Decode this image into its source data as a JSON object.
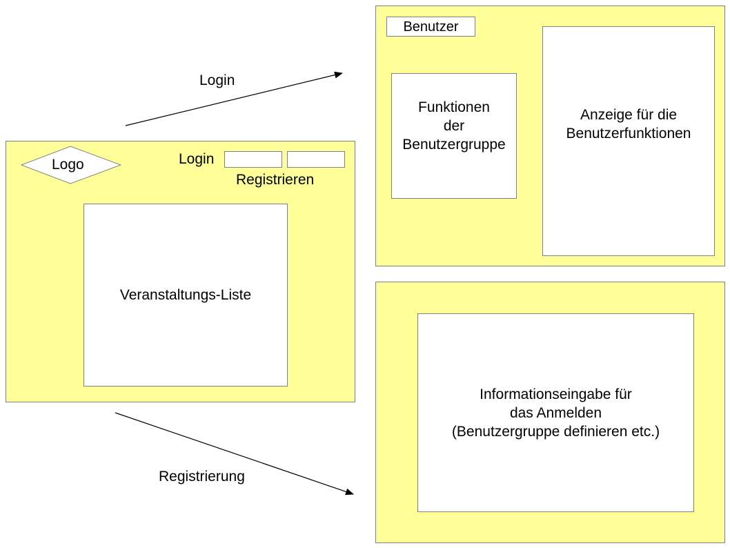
{
  "main_page": {
    "logo": "Logo",
    "login_label": "Login",
    "register_link": "Registrieren",
    "event_list": "Veranstaltungs-Liste"
  },
  "user_page": {
    "user_label": "Benutzer",
    "group_functions": "Funktionen\nder\nBenutzergruppe",
    "function_display": "Anzeige für die\nBenutzerfunktionen"
  },
  "register_page": {
    "info_input": "Informationseingabe für\ndas Anmelden\n(Benutzergruppe definieren etc.)"
  },
  "arrows": {
    "login": "Login",
    "registration": "Registrierung"
  }
}
